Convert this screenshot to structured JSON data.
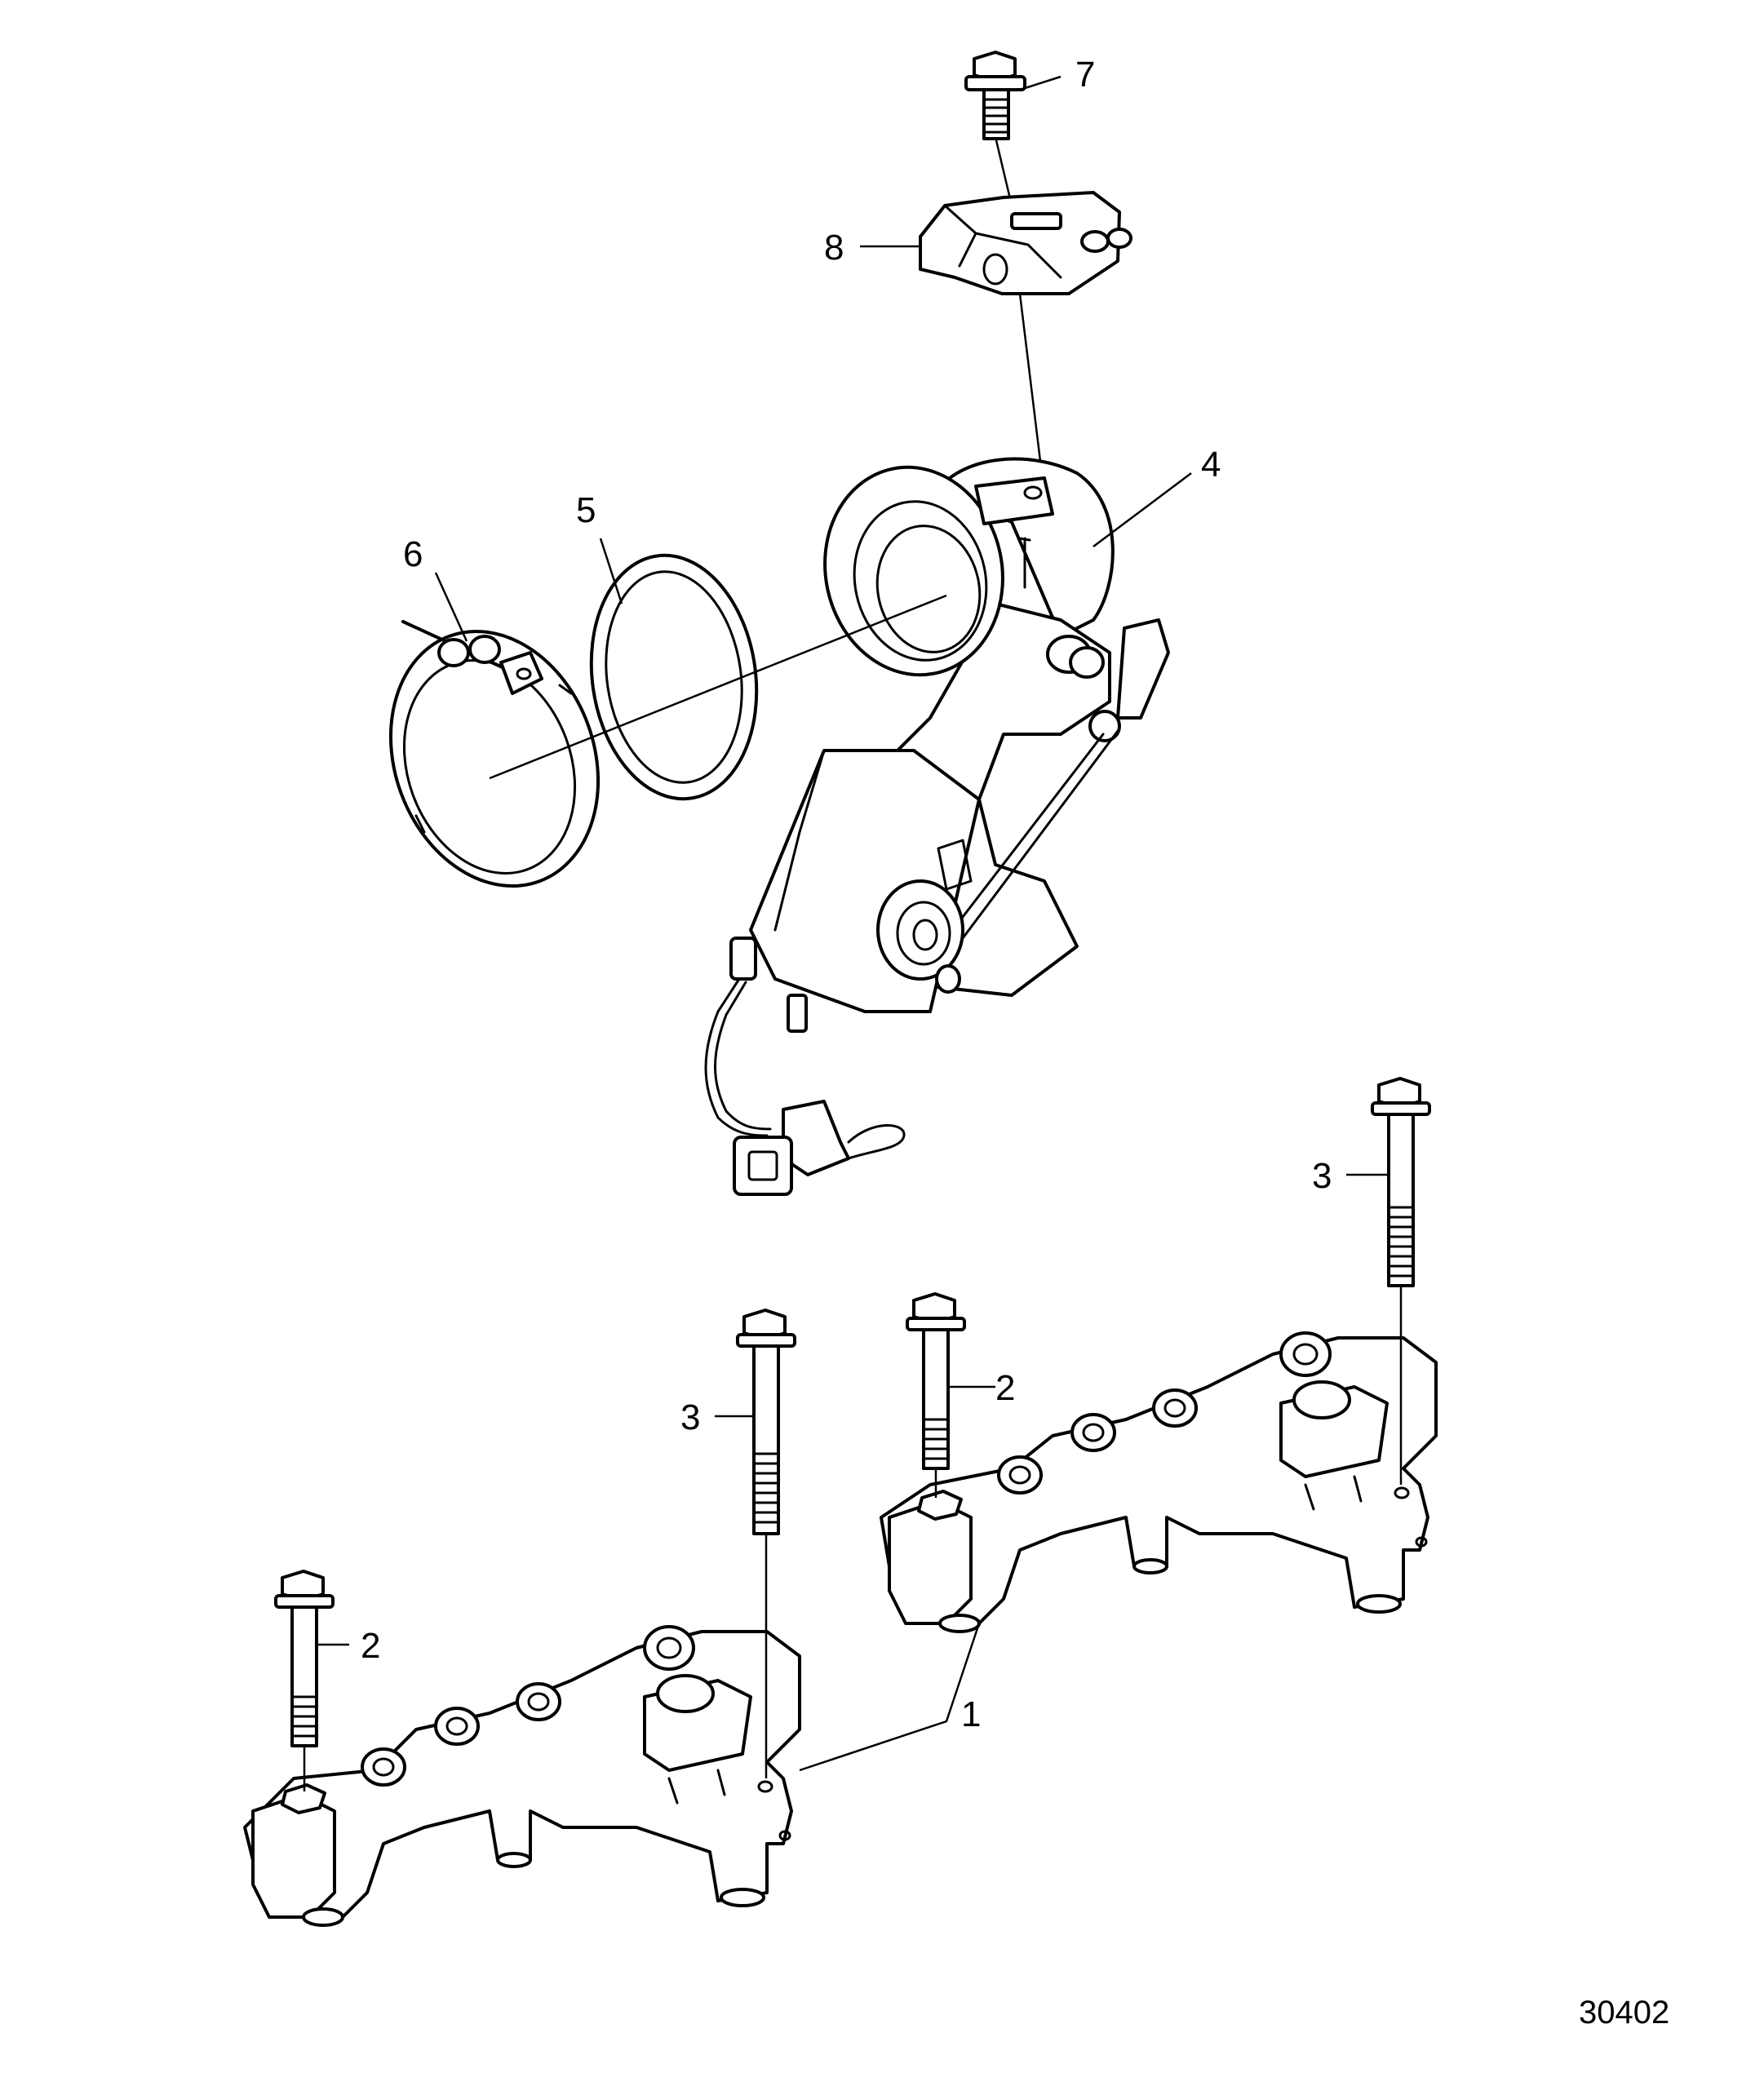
{
  "callouts": {
    "c1": "1",
    "c2_left": "2",
    "c2_right": "2",
    "c3_left": "3",
    "c3_right": "3",
    "c4": "4",
    "c5": "5",
    "c6": "6",
    "c7": "7",
    "c8": "8"
  },
  "figure_id": "30402",
  "colors": {
    "line": "#000000",
    "background": "#ffffff"
  }
}
